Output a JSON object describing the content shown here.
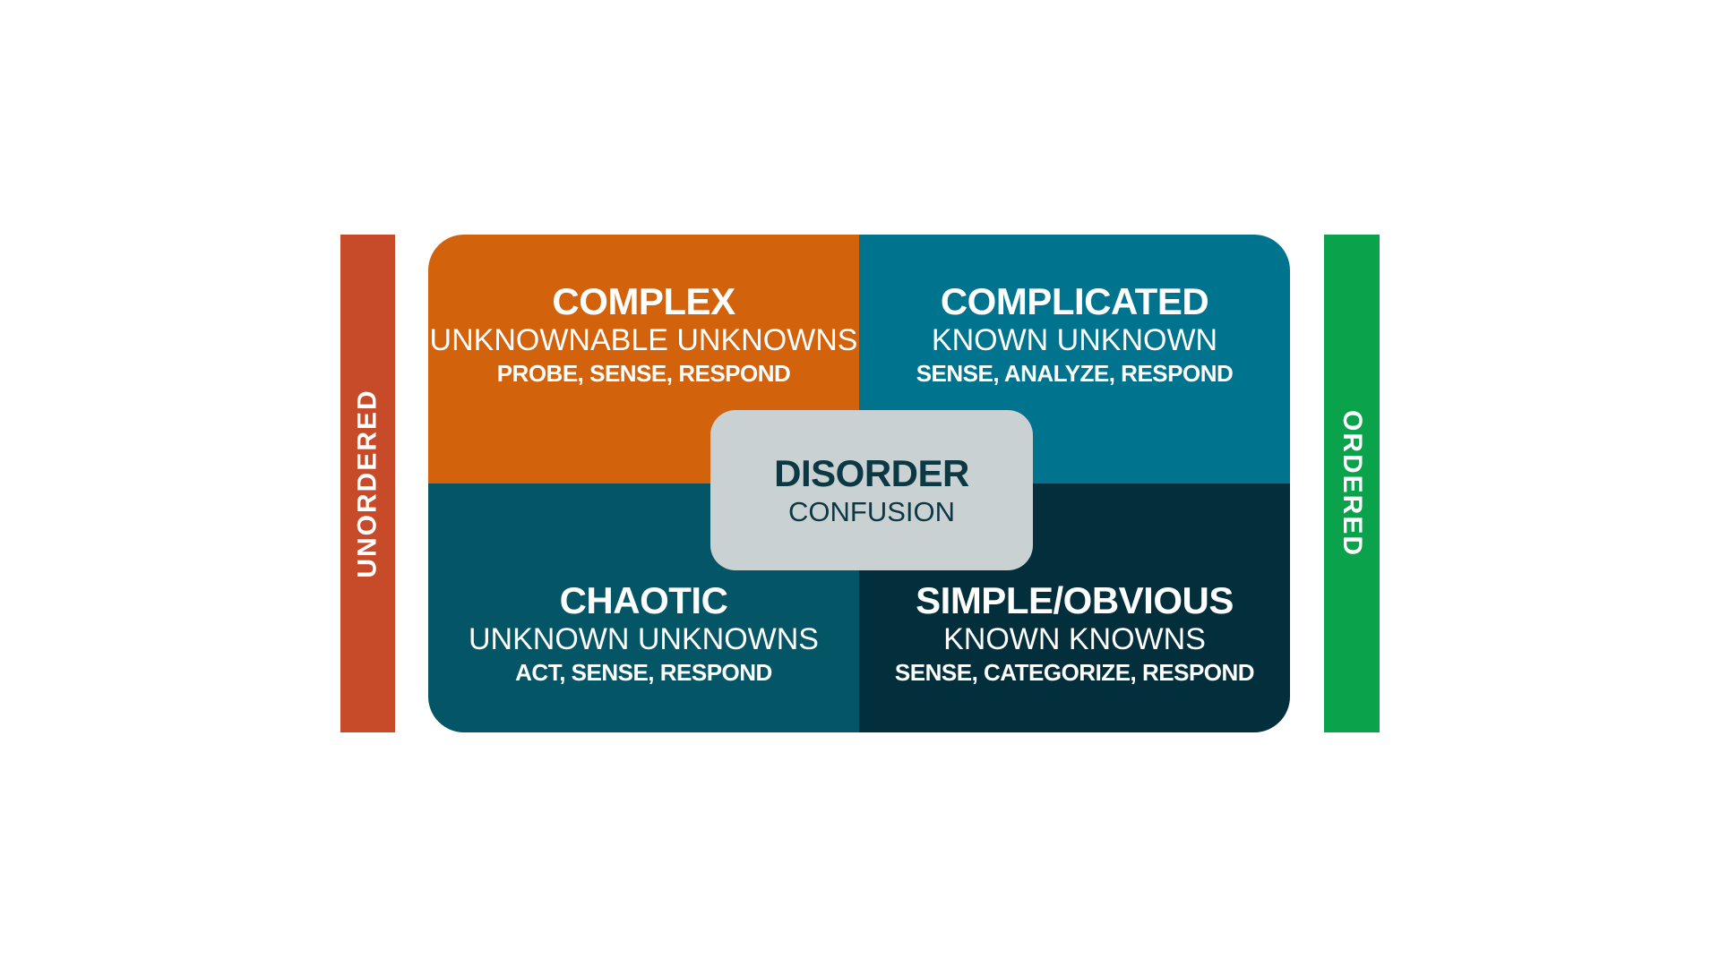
{
  "canvas": {
    "background": "#ffffff"
  },
  "side_bars": {
    "left": {
      "label": "UNORDERED",
      "color": "#C74B28",
      "text_color": "#ffffff"
    },
    "right": {
      "label": "ORDERED",
      "color": "#0BA24C",
      "text_color": "#ffffff"
    }
  },
  "quadrants": [
    {
      "id": "complex",
      "position": "top-left",
      "title": "COMPLEX",
      "subtitle": "UNKNOWNABLE UNKNOWNS",
      "actions": "PROBE, SENSE, RESPOND",
      "color": "#D2620B",
      "text_color": "#ffffff"
    },
    {
      "id": "complicated",
      "position": "top-right",
      "title": "COMPLICATED",
      "subtitle": "KNOWN UNKNOWN",
      "actions": "SENSE, ANALYZE, RESPOND",
      "color": "#00748F",
      "text_color": "#ffffff"
    },
    {
      "id": "chaotic",
      "position": "bottom-left",
      "title": "CHAOTIC",
      "subtitle": "UNKNOWN UNKNOWNS",
      "actions": "ACT, SENSE, RESPOND",
      "color": "#045666",
      "text_color": "#ffffff"
    },
    {
      "id": "simple-obvious",
      "position": "bottom-right",
      "title": "SIMPLE/OBVIOUS",
      "subtitle": "KNOWN KNOWNS",
      "actions": "SENSE, CATEGORIZE, RESPOND",
      "color": "#032F3C",
      "text_color": "#ffffff"
    }
  ],
  "center_box": {
    "title": "DISORDER",
    "subtitle": "CONFUSION",
    "bg": "#C9D1D2",
    "text_color": "#0C3844"
  }
}
